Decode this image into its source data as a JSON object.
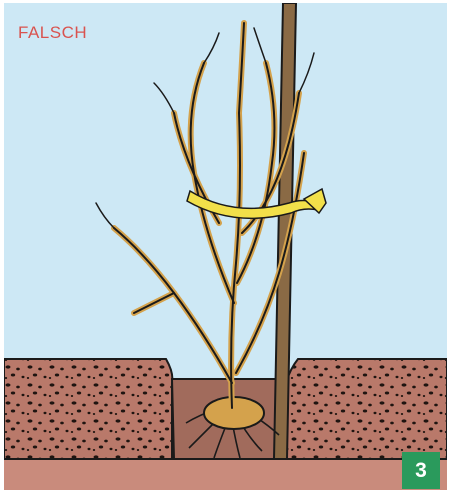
{
  "panel": {
    "label": "FALSCH",
    "step_number": "3"
  },
  "colors": {
    "sky": "#cde8f5",
    "label": "#d9534f",
    "soil": "#b9796a",
    "soil_dark": "#8f5a4d",
    "pebbles": "#1e1410",
    "branches": "#d4a24c",
    "outline": "#1a1a1a",
    "stake": "#8a6a45",
    "ribbon": "#f2e04a",
    "badge": "#2a9a5c",
    "ground_strip": "#c98b7c"
  },
  "icons": {
    "illustration": "shrub-planting-illustration",
    "ribbon": "tie-ribbon-icon",
    "stake": "support-stake-icon"
  }
}
